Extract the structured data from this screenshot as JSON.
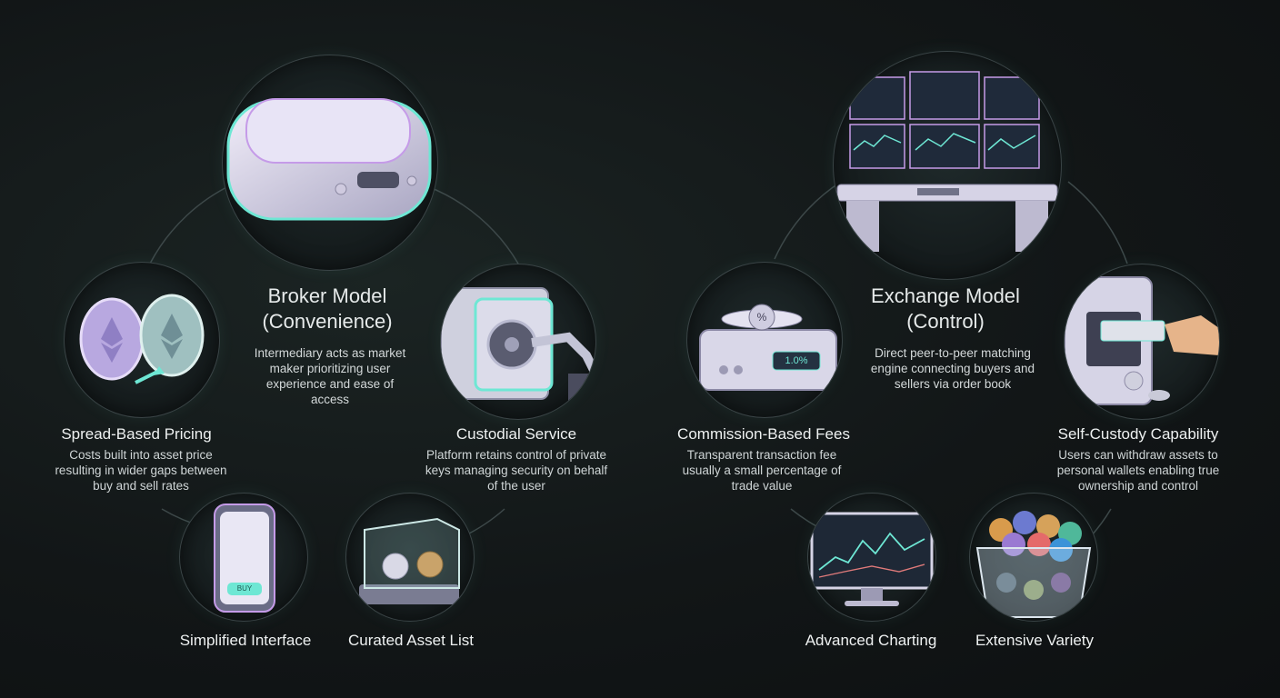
{
  "broker": {
    "title": "Broker Model",
    "title_sub": "(Convenience)",
    "description": "Intermediary acts as market maker prioritizing user experience and ease of access",
    "features": [
      {
        "label": "Spread-Based Pricing",
        "description": "Costs built into asset price resulting in wider gaps between buy and sell rates",
        "icon": "coins-icon"
      },
      {
        "label": "Custodial Service",
        "description": "Platform retains control of private keys managing security on behalf of the user",
        "icon": "vault-icon"
      },
      {
        "label": "Simplified Interface",
        "icon": "phone-icon",
        "button_text": "BUY"
      },
      {
        "label": "Curated Asset List",
        "icon": "display-case-icon"
      }
    ]
  },
  "exchange": {
    "title": "Exchange Model",
    "title_sub": "(Control)",
    "description": "Direct peer-to-peer matching engine connecting buyers and sellers via order book",
    "features": [
      {
        "label": "Commission-Based Fees",
        "description": "Transparent transaction fee usually a small percentage of trade value",
        "icon": "scale-icon",
        "scale_badge": "%",
        "scale_readout": "1.0%"
      },
      {
        "label": "Self-Custody Capability",
        "description": "Users can withdraw assets to personal wallets enabling true ownership and control",
        "icon": "wallet-withdraw-icon"
      },
      {
        "label": "Advanced Charting",
        "icon": "chart-monitor-icon"
      },
      {
        "label": "Extensive Variety",
        "icon": "coin-basket-icon"
      }
    ]
  },
  "colors": {
    "accent_teal": "#6ee7d4",
    "accent_purple": "#c59be8",
    "background": "#121617"
  }
}
